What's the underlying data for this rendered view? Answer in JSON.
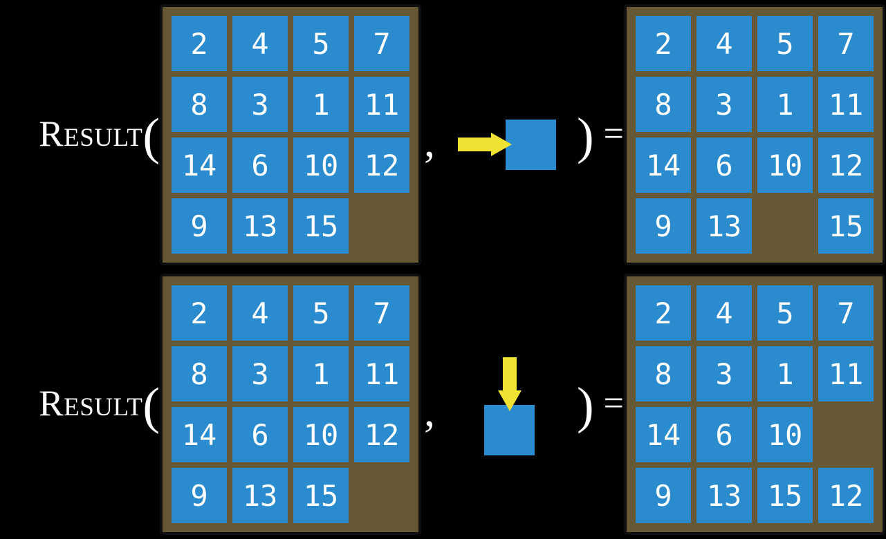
{
  "colors": {
    "background": "#000000",
    "board_bg": "#665834",
    "board_border": "#0f0f0f",
    "tile_blue": "#2a8bce",
    "tile_text": "#ffffff",
    "label_text": "#ffffff",
    "arrow_yellow": "#f0e232"
  },
  "equations": [
    {
      "function_name": "Result",
      "open_paren": "(",
      "comma": ",",
      "close_paren": ")",
      "equals": "=",
      "move": {
        "icon": "arrow-right-icon",
        "direction": "right"
      },
      "input_board": [
        [
          2,
          4,
          5,
          7
        ],
        [
          8,
          3,
          1,
          11
        ],
        [
          14,
          6,
          10,
          12
        ],
        [
          9,
          13,
          15,
          null
        ]
      ],
      "output_board": [
        [
          2,
          4,
          5,
          7
        ],
        [
          8,
          3,
          1,
          11
        ],
        [
          14,
          6,
          10,
          12
        ],
        [
          9,
          13,
          null,
          15
        ]
      ]
    },
    {
      "function_name": "Result",
      "open_paren": "(",
      "comma": ",",
      "close_paren": ")",
      "equals": "=",
      "move": {
        "icon": "arrow-down-icon",
        "direction": "down"
      },
      "input_board": [
        [
          2,
          4,
          5,
          7
        ],
        [
          8,
          3,
          1,
          11
        ],
        [
          14,
          6,
          10,
          12
        ],
        [
          9,
          13,
          15,
          null
        ]
      ],
      "output_board": [
        [
          2,
          4,
          5,
          7
        ],
        [
          8,
          3,
          1,
          11
        ],
        [
          14,
          6,
          10,
          null
        ],
        [
          9,
          13,
          15,
          12
        ]
      ]
    }
  ]
}
